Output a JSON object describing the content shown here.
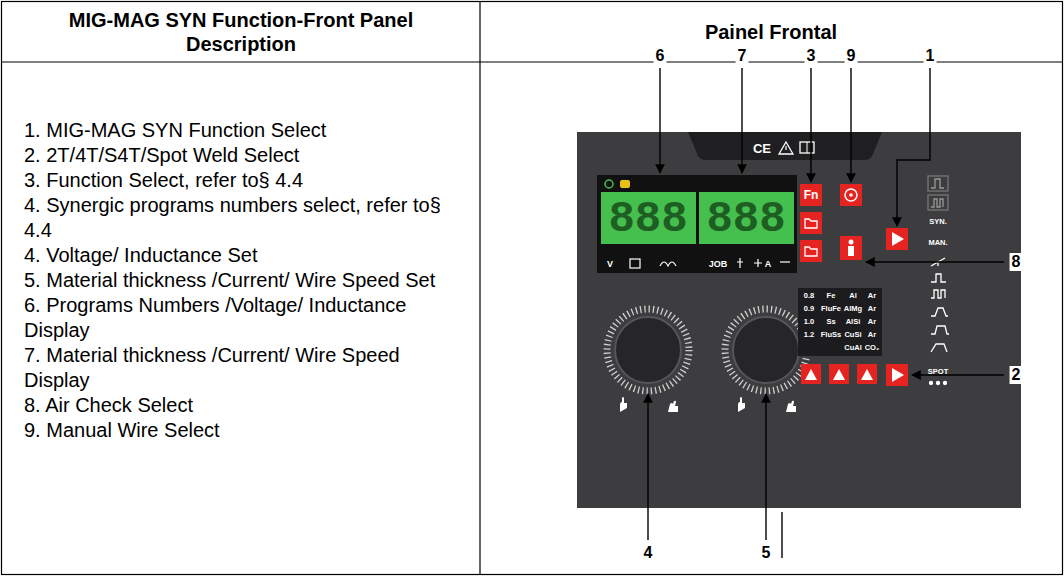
{
  "diagram": {
    "nodes": [
      {
        "text": [
          "MIG-MAG SYN Function-Front Panel Description"
        ]
      },
      {
        "text": [
          "Painel Frontal"
        ]
      },
      {
        "text": [
          "1. MIG-MAG SYN Function Select",
          "2. 2T/4T/S4T/Spot Weld Select",
          "3. Function Select, refer to§ 4.4",
          "4. Synergic programs numbers select, refer to§ 4.4",
          "4. Voltage/ Inductance Set",
          "5. Material thickness /Current/ Wire Speed Set",
          "6. Programs Numbers /Voltage/ Inductance Display",
          "7. Material thickness /Current/ Wire Speed Display",
          "8. Air Check Select",
          "9. Manual Wire Select"
        ]
      }
    ],
    "labels": [
      "6",
      "7",
      "3",
      "9",
      "1",
      "8",
      "2",
      "4",
      "5",
      "CE",
      "888",
      "888",
      "V",
      "JOB",
      "A",
      "Fn",
      "0.8",
      "Fe",
      "Al",
      "Ar",
      "0.9",
      "FluFe",
      "AlMg",
      "Ar",
      "1.0",
      "Ss",
      "AlSi",
      "Ar",
      "1.2",
      "FluSs",
      "CuSi",
      "Ar",
      "CuAl",
      "CO₂",
      "SYN.",
      "MAN.",
      "SPOT"
    ]
  }
}
